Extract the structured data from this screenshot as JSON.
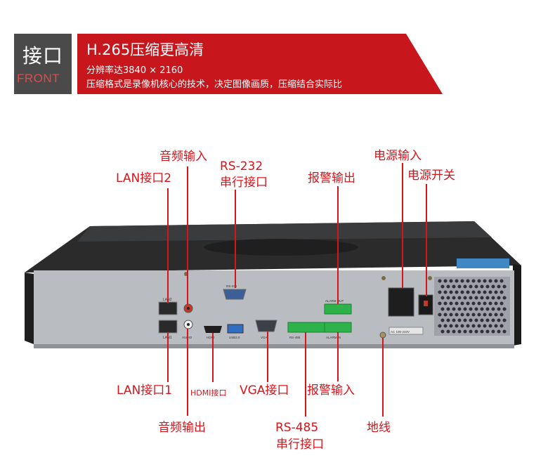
{
  "header": {
    "title": "接口",
    "subtitle": "FRONT",
    "headline": "H.265压缩更高清",
    "line1": "分辨率达3840 × 2160",
    "line2": "压缩格式是录像机核心的技术，决定图像画质，压缩结合实际比"
  },
  "device_labels": {
    "lan2": "LAN2",
    "lan1": "LAN1",
    "audio": "AUDIO",
    "rs232": "RS-232",
    "hdmi": "HDMI",
    "usb": "USB3.0",
    "vga": "VGA",
    "rs485": "RS-485",
    "alarm_out": "ALARM OUT",
    "alarm_in": "ALARM IN",
    "ac": "AC 100-240V"
  },
  "callouts": {
    "audio_in": "音频输入",
    "lan2": "LAN接口2",
    "rs232_a": "RS-232",
    "rs232_b": "串行接口",
    "alarm_out": "报警输出",
    "power_in": "电源输入",
    "power_switch": "电源开关",
    "lan1": "LAN接口1",
    "hdmi": "HDMI接口",
    "vga": "VGA接口",
    "alarm_in": "报警输入",
    "audio_out": "音频输出",
    "rs485_a": "RS-485",
    "rs485_b": "串行接口",
    "ground": "地线"
  },
  "colors": {
    "accent_red": "#c8161d",
    "label_red": "#d8141b",
    "dark_panel": "#4a4a4a",
    "chassis_top": "#2a2a2a",
    "rear_panel": "#b9bcc1",
    "terminal_green": "#2db34a"
  }
}
